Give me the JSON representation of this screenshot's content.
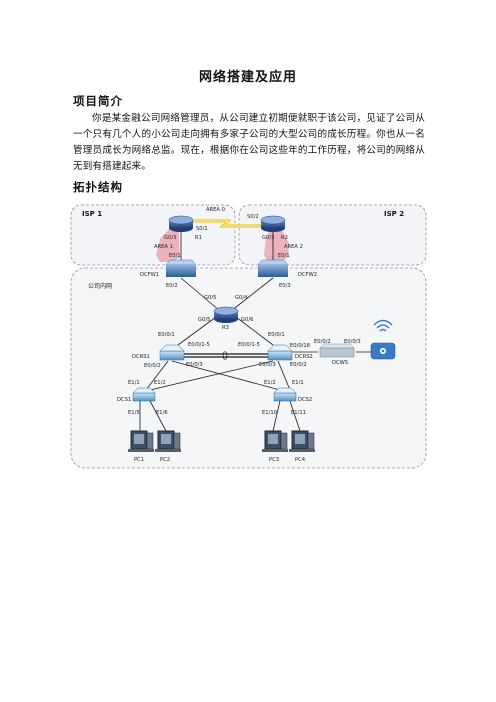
{
  "doc": {
    "title": "网络搭建及应用",
    "section_intro": "项目简介",
    "intro_paragraph": "你是某金融公司网络管理员，从公司建立初期便就职于该公司，见证了公司从一个只有几个人的小公司走向拥有多家子公司的大型公司的成长历程。你也从一名管理员成长为网络总监。现在，根据你在公司这些年的工作历程，将公司的网络从无到有搭建起来。",
    "section_topology": "拓扑结构"
  },
  "topology": {
    "zones": {
      "isp1": "ISP 1",
      "isp2": "ISP 2",
      "internal": "公司内网"
    },
    "areas": {
      "area0": "AREA 0",
      "area1": "AREA 1",
      "area2": "AREA 2"
    },
    "devices": {
      "r1": "R1",
      "r2": "R2",
      "r3": "R3",
      "dcfw1": "DCFW1",
      "dcfw2": "DCFW2",
      "dcrs1": "DCRS1",
      "dcrs2": "DCRS2",
      "dcs1": "DCS1",
      "dcs2": "DCS2",
      "dcws": "DCWS",
      "pc1": "PC1",
      "pc2": "PC2",
      "pc3": "PC3",
      "pc4": "PC4"
    },
    "ports": {
      "r1_s01": "S0/1",
      "r2_s02": "S0/2",
      "r1_g03": "G0/3",
      "r2_g03": "G0/3",
      "r1_e01": "E0/1",
      "r2_e01": "E0/1",
      "fw1_e02": "E0/2",
      "fw2_e03": "E0/3",
      "r3_g05a": "G0/5",
      "r3_g04a": "G0/4",
      "r3_g05b": "G0/5",
      "r3_g06": "G0/6",
      "rs1_e01": "E0/0/1",
      "rs1_e02": "E0/0/2",
      "rs1_e03": "E0/0/3",
      "rs1_lag": "E0/0/1-5",
      "rs2_e01": "E0/0/1",
      "rs2_e018": "E0/0/18",
      "rs2_e02": "E0/0/2",
      "rs2_e03": "E0/0/3",
      "rs2_lag": "E0/0/1-5",
      "ws_e02": "E0/0/2",
      "ws_e03": "E0/0/3",
      "s1_e11": "E1/1",
      "s1_e12": "E1/2",
      "s2_e12": "E1/2",
      "s2_e11": "E1/1",
      "s1_e15": "E1/5",
      "s1_e16": "E1/6",
      "s2_e110": "E1/10",
      "s2_e111": "E1/11"
    }
  }
}
